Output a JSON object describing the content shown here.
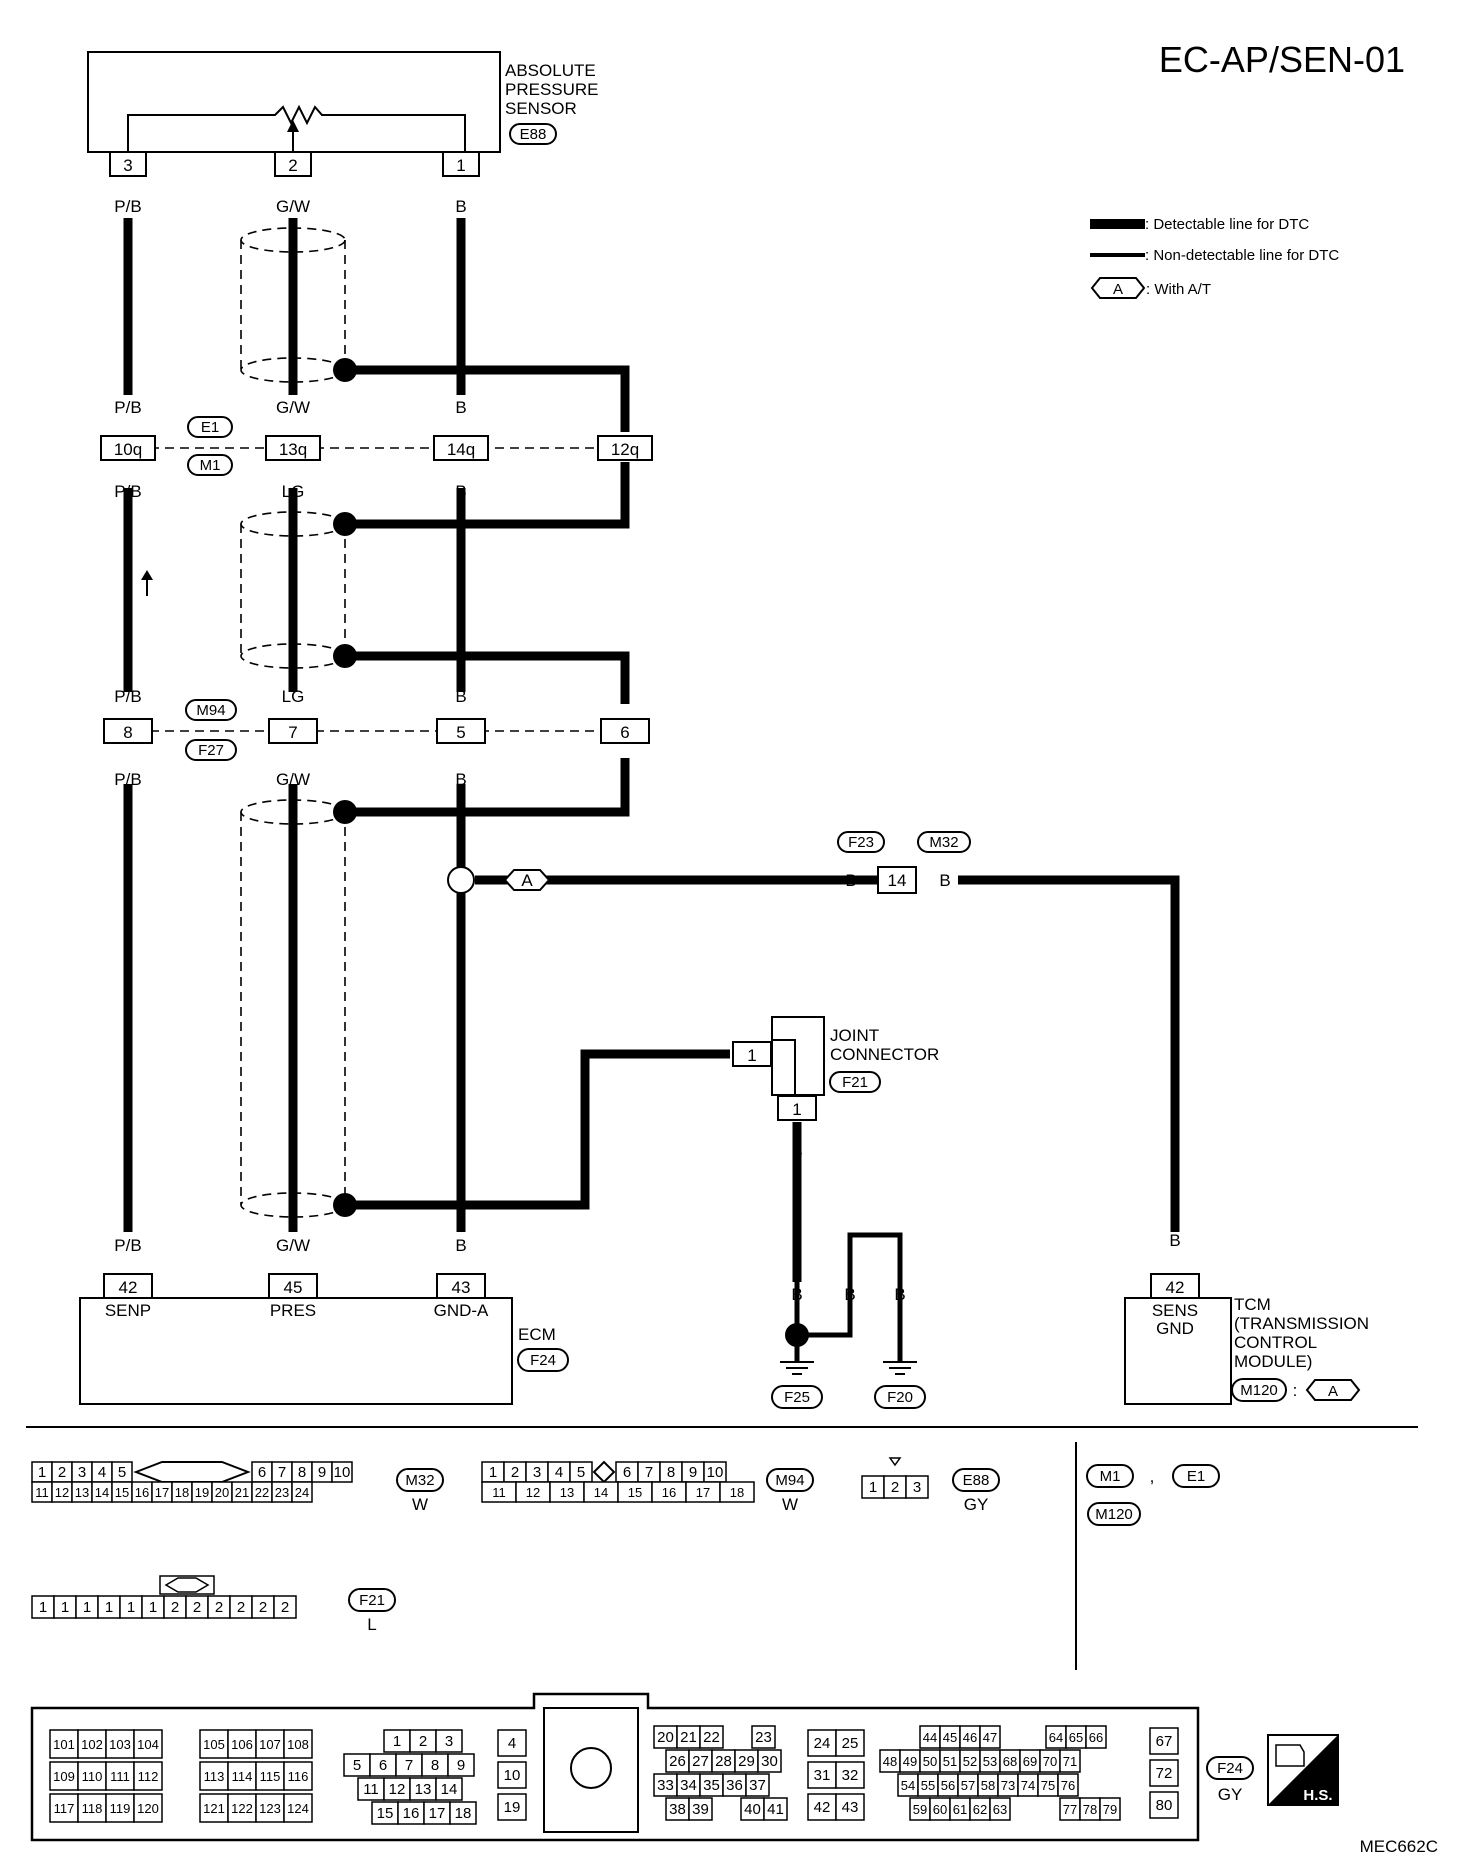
{
  "page_id": "EC-AP/SEN-01",
  "figure_code": "MEC662C",
  "legend": {
    "detectable": ": Detectable line for DTC",
    "non_detectable": ": Non-detectable line for DTC",
    "option_symbol": "A",
    "option_text": ": With A/T"
  },
  "sensor": {
    "name": [
      "ABSOLUTE",
      "PRESSURE",
      "SENSOR"
    ],
    "connector": "E88",
    "pins": [
      "3",
      "2",
      "1"
    ]
  },
  "wires": {
    "col1": [
      "P/B",
      "P/B",
      "P/B",
      "P/B",
      "P/B",
      "P/B"
    ],
    "col2": [
      "G/W",
      "G/W",
      "LG",
      "LG",
      "G/W",
      "G/W"
    ],
    "col3": [
      "B",
      "B",
      "B",
      "B",
      "B",
      "B"
    ]
  },
  "row1": {
    "conn_top": "E1",
    "conn_bottom": "M1",
    "pins": [
      "10q",
      "13q",
      "14q",
      "12q"
    ]
  },
  "row2": {
    "conn_top": "M94",
    "conn_bottom": "F27",
    "pins": [
      "8",
      "7",
      "5",
      "6"
    ]
  },
  "at_branch": {
    "symbol": "A",
    "wire_left": "B",
    "pin": "14",
    "wire_right": "B",
    "conn_left": "F23",
    "conn_right": "M32"
  },
  "joint": {
    "name": [
      "JOINT",
      "CONNECTOR"
    ],
    "connector": "F21",
    "pin_left": "1",
    "pin_bottom": "1",
    "wire": "B"
  },
  "grounds": {
    "wire1": "B",
    "wire2": "B",
    "wire3": "B",
    "ground1": "F25",
    "ground2": "F20"
  },
  "ecm": {
    "name": "ECM",
    "connector": "F24",
    "pins": [
      "42",
      "45",
      "43"
    ],
    "labels": [
      "SENP",
      "PRES",
      "GND-A"
    ]
  },
  "tcm": {
    "wire": "B",
    "pin": "42",
    "pin_label": [
      "SENS",
      "GND"
    ],
    "name": [
      "TCM",
      "(TRANSMISSION",
      "CONTROL",
      "MODULE)"
    ],
    "connector": "M120",
    "option_sep": ":",
    "option_symbol": "A"
  },
  "connector_views": {
    "m32": {
      "id": "M32",
      "color": "W",
      "top_left": [
        "1",
        "2",
        "3",
        "4",
        "5"
      ],
      "top_right": [
        "6",
        "7",
        "8",
        "9",
        "10"
      ],
      "bottom": [
        "11",
        "12",
        "13",
        "14",
        "15",
        "16",
        "17",
        "18",
        "19",
        "20",
        "21",
        "22",
        "23",
        "24"
      ]
    },
    "m94": {
      "id": "M94",
      "color": "W",
      "top_left": [
        "1",
        "2",
        "3",
        "4",
        "5"
      ],
      "top_right": [
        "6",
        "7",
        "8",
        "9",
        "10"
      ],
      "bottom": [
        "11",
        "12",
        "13",
        "14",
        "15",
        "16",
        "17",
        "18"
      ]
    },
    "e88": {
      "id": "E88",
      "color": "GY",
      "pins": [
        "1",
        "2",
        "3"
      ]
    },
    "f21": {
      "id": "F21",
      "color": "L",
      "pins": [
        "1",
        "1",
        "1",
        "1",
        "1",
        "1",
        "2",
        "2",
        "2",
        "2",
        "2",
        "2"
      ]
    },
    "right_ids": [
      "M1",
      ",",
      "E1",
      "M120"
    ],
    "f24": {
      "id": "F24",
      "color": "GY",
      "hs": "H.S.",
      "g1": [
        [
          "101",
          "102",
          "103",
          "104"
        ],
        [
          "109",
          "110",
          "111",
          "112"
        ],
        [
          "117",
          "118",
          "119",
          "120"
        ]
      ],
      "g2": [
        [
          "105",
          "106",
          "107",
          "108"
        ],
        [
          "113",
          "114",
          "115",
          "116"
        ],
        [
          "121",
          "122",
          "123",
          "124"
        ]
      ],
      "g3": [
        [
          "1",
          "2",
          "3"
        ],
        [
          "5",
          "6",
          "7",
          "8",
          "9"
        ],
        [
          "11",
          "12",
          "13",
          "14"
        ],
        [
          "15",
          "16",
          "17",
          "18"
        ]
      ],
      "g4": [
        "4",
        "10",
        "19"
      ],
      "g5": [
        [
          "20",
          "21",
          "22",
          "23"
        ],
        [
          "26",
          "27",
          "28",
          "29",
          "30"
        ],
        [
          "33",
          "34",
          "35",
          "36",
          "37"
        ],
        [
          "38",
          "39",
          "40",
          "41"
        ]
      ],
      "g6": [
        [
          "24",
          "25"
        ],
        [
          "31",
          "32"
        ],
        [
          "42",
          "43"
        ]
      ],
      "g7": [
        [
          "44",
          "45",
          "46",
          "47",
          "64",
          "65",
          "66"
        ],
        [
          "48",
          "49",
          "50",
          "51",
          "52",
          "53",
          "68",
          "69",
          "70",
          "71"
        ],
        [
          "54",
          "55",
          "56",
          "57",
          "58",
          "73",
          "74",
          "75",
          "76"
        ],
        [
          "59",
          "60",
          "61",
          "62",
          "63",
          "77",
          "78",
          "79"
        ]
      ],
      "g8": [
        "67",
        "72",
        "80"
      ]
    }
  }
}
